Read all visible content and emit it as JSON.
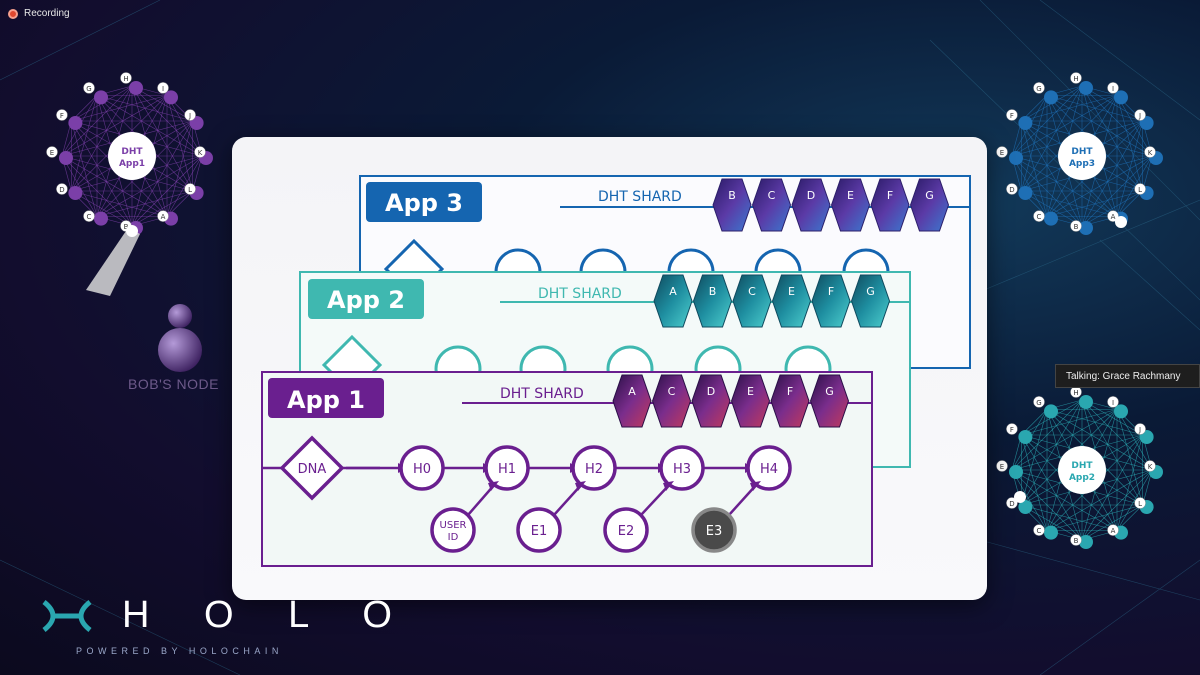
{
  "recording": {
    "label": "Recording"
  },
  "talking": {
    "label": "Talking: Grace Rachmany"
  },
  "bob": {
    "label": "BOB'S NODE"
  },
  "brand": {
    "word": "H O L O",
    "tagline": "POWERED BY HOLOCHAIN"
  },
  "networks": [
    {
      "id": "app1",
      "center_line1": "DHT",
      "center_line2": "App1",
      "nodes": [
        "H",
        "I",
        "J",
        "K",
        "L",
        "A",
        "B",
        "C",
        "D",
        "E",
        "F",
        "G"
      ],
      "accent": "#7b3fa8"
    },
    {
      "id": "app3",
      "center_line1": "DHT",
      "center_line2": "App3",
      "nodes": [
        "H",
        "I",
        "J",
        "K",
        "L",
        "A",
        "B",
        "C",
        "D",
        "E",
        "F",
        "G"
      ],
      "accent": "#1e6fb5"
    },
    {
      "id": "app2",
      "center_line1": "DHT",
      "center_line2": "App2",
      "nodes": [
        "H",
        "I",
        "J",
        "K",
        "L",
        "A",
        "B",
        "C",
        "D",
        "E",
        "F",
        "G"
      ],
      "accent": "#2aa7b0"
    }
  ],
  "slide": {
    "app3": {
      "title": "App 3",
      "shard_label": "DHT SHARD",
      "shards": [
        "B",
        "C",
        "D",
        "E",
        "F",
        "G"
      ],
      "color": "#1565b0"
    },
    "app2": {
      "title": "App 2",
      "shard_label": "DHT SHARD",
      "shards": [
        "A",
        "B",
        "C",
        "E",
        "F",
        "G"
      ],
      "color": "#3fb8b0"
    },
    "app1": {
      "title": "App 1",
      "shard_label": "DHT SHARD",
      "shards": [
        "A",
        "C",
        "D",
        "E",
        "F",
        "G"
      ],
      "color": "#6a1f8f",
      "chain": [
        "DNA",
        "H0",
        "H1",
        "H2",
        "H3",
        "H4"
      ],
      "entries": [
        "USER ID",
        "E1",
        "E2",
        "E3"
      ]
    }
  }
}
